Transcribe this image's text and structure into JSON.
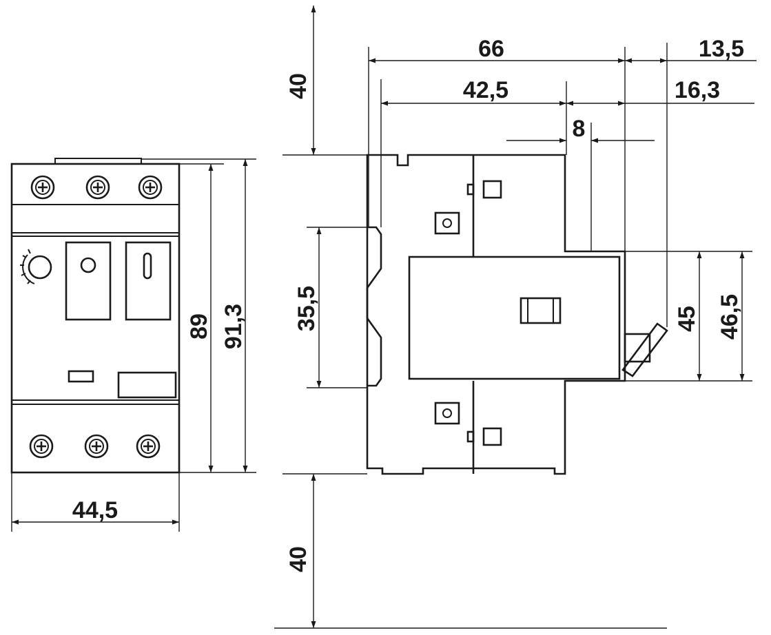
{
  "colors": {
    "line": "#1a1a1a",
    "background": "#ffffff"
  },
  "front_view": {
    "width_label": "44,5",
    "height_inner_label": "89",
    "height_outer_label": "91,3"
  },
  "side_view": {
    "depth_total_label": "66",
    "depth_handle_label": "13,5",
    "depth_body_label": "42,5",
    "depth_handle_tip_label": "16,3",
    "step_label": "8",
    "rail_label": "35,5",
    "front_height_label": "45",
    "front_height_outer_label": "46,5",
    "clearance_top_label": "40",
    "clearance_bottom_label": "40"
  }
}
